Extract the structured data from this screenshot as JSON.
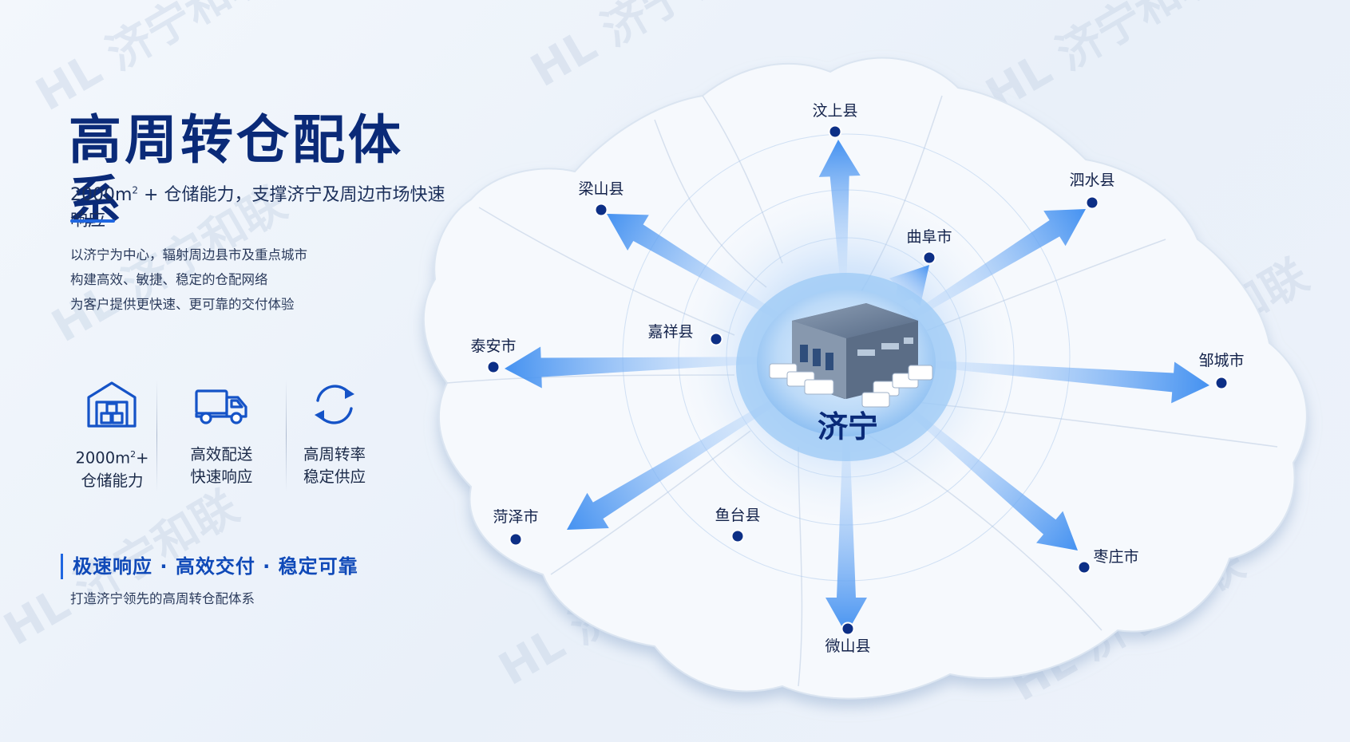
{
  "title": "高周转仓配体系",
  "subtitle_pre": "2000m",
  "subtitle_sup": "2",
  "subtitle_post": " + 仓储能力，支撑济宁及周边市场快速响应",
  "intro": [
    "以济宁为中心，辐射周边县市及重点城市",
    "构建高效、敏捷、稳定的仓配网络",
    "为客户提供更快速、更可靠的交付体验"
  ],
  "features": [
    {
      "icon": "warehouse-icon",
      "line1_pre": "2000m",
      "line1_sup": "2",
      "line1_post": "+",
      "line2": "仓储能力"
    },
    {
      "icon": "delivery-truck-icon",
      "line1": "高效配送",
      "line2": "快速响应"
    },
    {
      "icon": "refresh-cycle-icon",
      "line1": "高周转率",
      "line2": "稳定供应"
    }
  ],
  "slogan": "极速响应 · 高效交付 · 稳定可靠",
  "slogan_sub": "打造济宁领先的高周转仓配体系",
  "hub": {
    "name": "济宁"
  },
  "cities": [
    {
      "name": "汶上县",
      "arrow": true
    },
    {
      "name": "泗水县",
      "arrow": true
    },
    {
      "name": "曲阜市",
      "arrow": true
    },
    {
      "name": "梁山县",
      "arrow": true
    },
    {
      "name": "嘉祥县",
      "arrow": false
    },
    {
      "name": "泰安市",
      "arrow": true
    },
    {
      "name": "邹城市",
      "arrow": true
    },
    {
      "name": "菏泽市",
      "arrow": true
    },
    {
      "name": "鱼台县",
      "arrow": false
    },
    {
      "name": "枣庄市",
      "arrow": true
    },
    {
      "name": "微山县",
      "arrow": true
    }
  ],
  "watermark": "HL 济宁和联",
  "colors": {
    "primary": "#0a2a78",
    "accent": "#1f66e0",
    "arrow": "#3b8cf0",
    "dot": "#0d2f86"
  }
}
